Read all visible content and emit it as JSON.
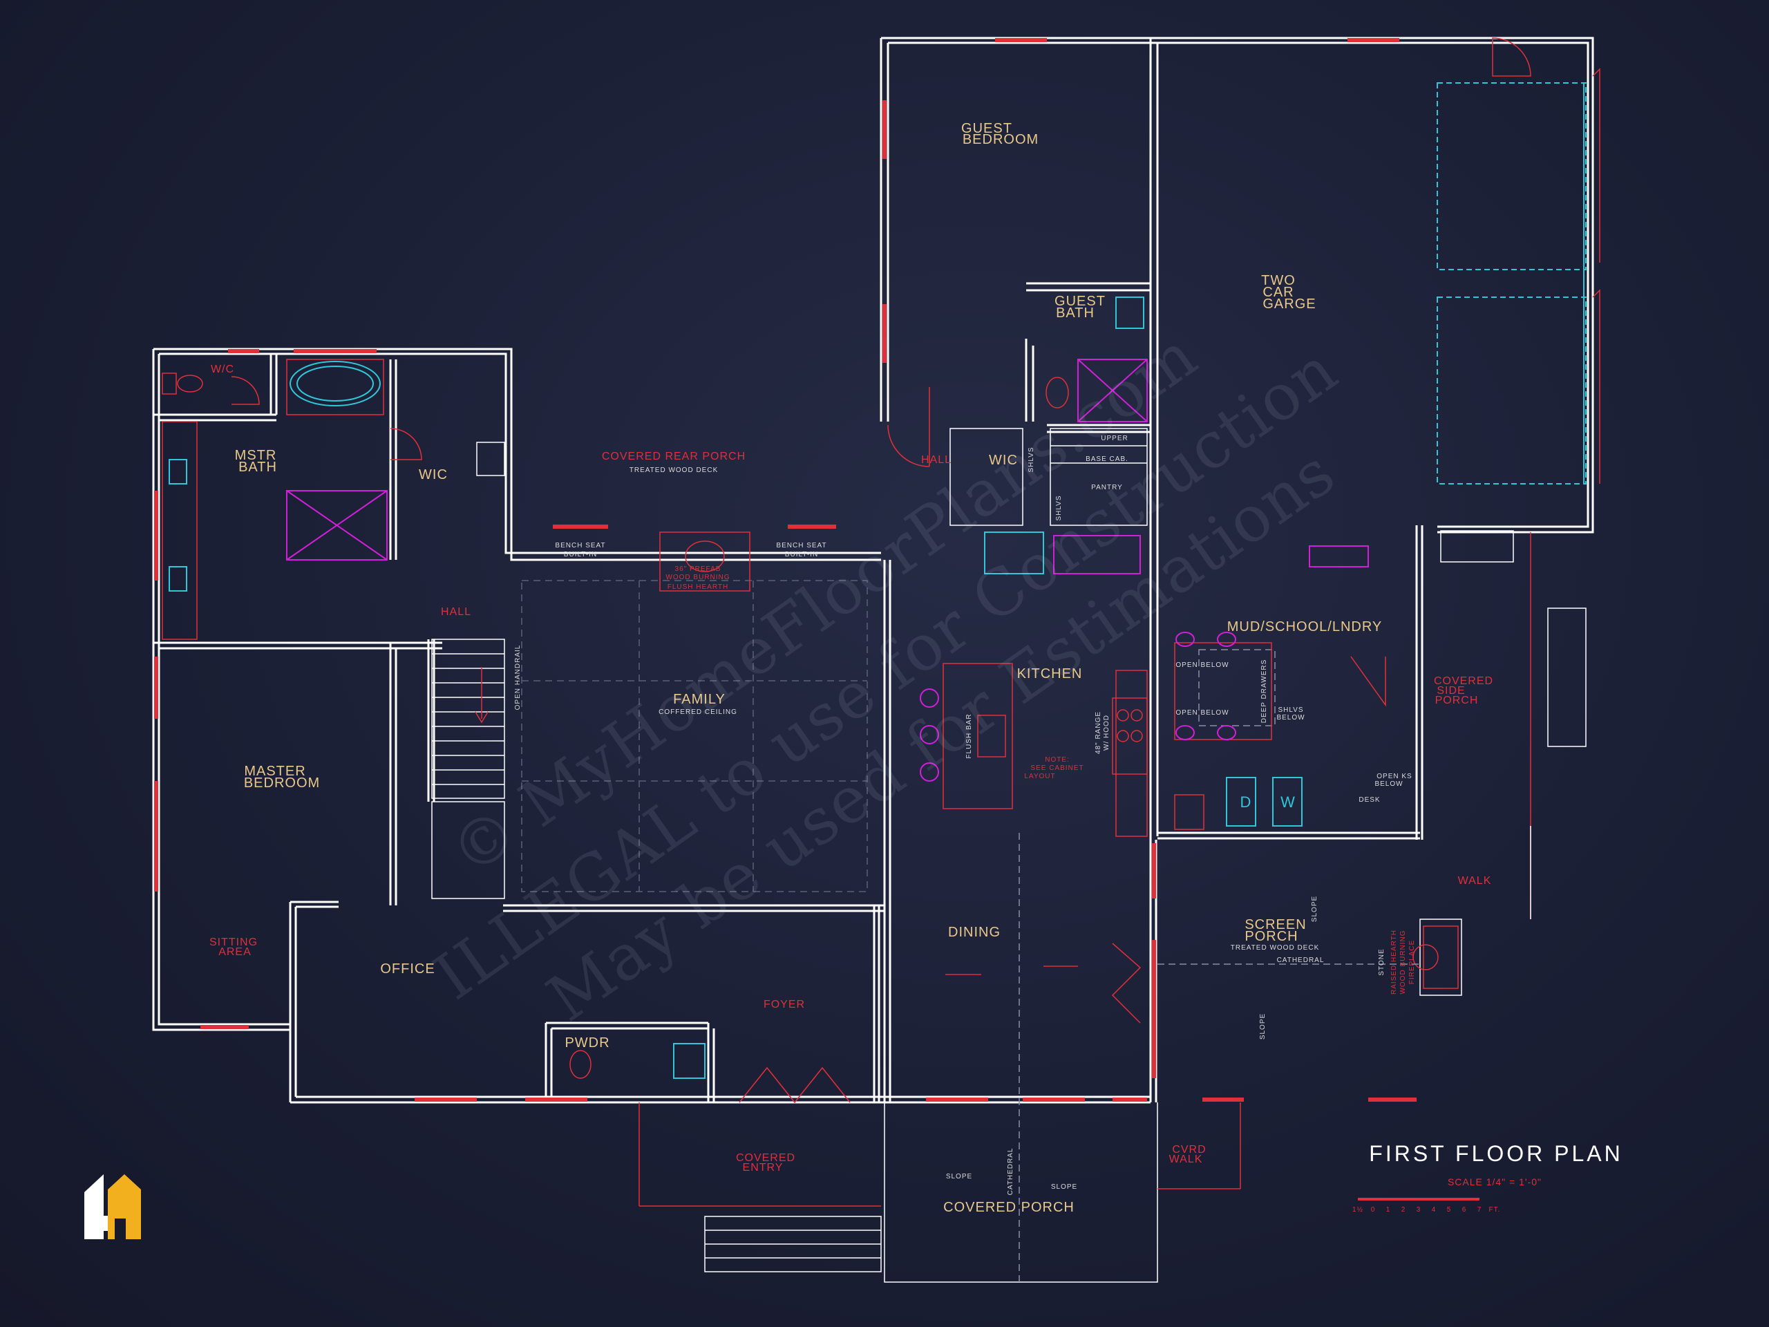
{
  "plan": {
    "title": "FIRST FLOOR PLAN",
    "scale_label": "SCALE 1/4\" = 1'-0\"",
    "scale_ticks": [
      "1½",
      "0",
      "1",
      "2",
      "3",
      "4",
      "5",
      "6",
      "7",
      "FT."
    ]
  },
  "rooms": {
    "guest_bedroom": [
      "GUEST",
      "BEDROOM"
    ],
    "two_car_garage": [
      "TWO",
      "CAR",
      "GARGE"
    ],
    "guest_bath": [
      "GUEST",
      "BATH"
    ],
    "wc": "W/C",
    "mstr_bath": [
      "MSTR",
      "BATH"
    ],
    "wic_master": "WIC",
    "covered_rear_porch": "COVERED REAR PORCH",
    "covered_rear_porch_sub": "TREATED WOOD DECK",
    "hall_upper": "HALL",
    "wic_guest": "WIC",
    "pantry": "PANTRY",
    "upper": "UPPER",
    "base_cab": "BASE CAB.",
    "shlvs": "SHLVS",
    "hall": "HALL",
    "bench_left": [
      "BENCH SEAT",
      "BUILT-IN"
    ],
    "bench_right": [
      "BENCH SEAT",
      "BUILT-IN"
    ],
    "fireplace_rear": [
      "36\" PREFAB",
      "WOOD BURNING",
      "FLUSH HEARTH"
    ],
    "family": "FAMILY",
    "family_sub": "COFFERED CEILING",
    "kitchen": "KITCHEN",
    "flush_bar": "FLUSH BAR",
    "cabinet_note": [
      "NOTE:",
      "SEE CABINET",
      "LAYOUT"
    ],
    "range_note": [
      "48\" RANGE",
      "W/ HOOD"
    ],
    "mud_school_lndry": "MUD/SCHOOL/LNDRY",
    "open_below": "OPEN BELOW",
    "deep_drawers": "DEEP DRAWERS",
    "shlvs_below": [
      "SHLVS",
      "BELOW"
    ],
    "covered_side_porch": [
      "COVERED",
      "SIDE",
      "PORCH"
    ],
    "open_ks_below": [
      "OPEN KS",
      "BELOW"
    ],
    "desk": "DESK",
    "master_bedroom": [
      "MASTER",
      "BEDROOM"
    ],
    "sitting_area": [
      "SITTING",
      "AREA"
    ],
    "office": "OFFICE",
    "dining": "DINING",
    "screen_porch": [
      "SCREEN",
      "PORCH"
    ],
    "screen_porch_sub": "TREATED WOOD DECK",
    "cathedral": "CATHEDRAL",
    "walk": "WALK",
    "stone_hearth": [
      "STONE",
      "RAISED HEARTH",
      "WOOD BURNING",
      "FIREPLACE"
    ],
    "slope": "SLOPE",
    "foyer": "FOYER",
    "pwdr": "PWDR",
    "covered_entry": [
      "COVERED",
      "ENTRY"
    ],
    "covered_porch": "COVERED PORCH",
    "cvrd_walk": [
      "CVRD",
      "WALK"
    ],
    "open_handrail": "OPEN HANDRAIL",
    "dryer": "D",
    "washer": "W"
  },
  "watermark": {
    "line1": "© MyHomeFloorPlans.com",
    "line2": "ILLEGAL to use for Construction",
    "line3": "May be used for Estimations"
  },
  "logo": {
    "name": "H logo",
    "colors": [
      "#ffffff",
      "#f2b01e"
    ]
  },
  "colors": {
    "background": "#1b1f35",
    "wall": "#ffffff",
    "accent_red": "#e0303a",
    "label": "#e8c98a",
    "fixture_magenta": "#d020d8",
    "fixture_cyan": "#30c8d8"
  }
}
